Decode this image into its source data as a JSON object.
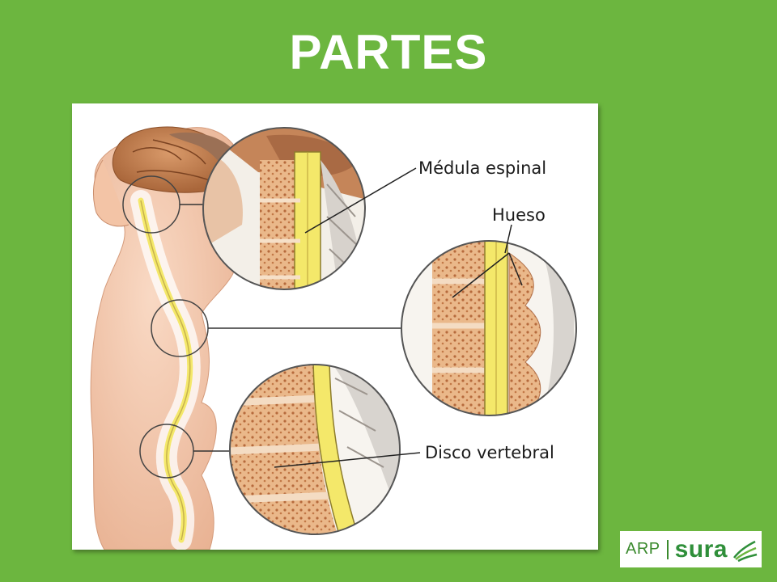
{
  "slide": {
    "title": "PARTES"
  },
  "illustration": {
    "labels": {
      "spinal_cord": "Médula espinal",
      "bone": "Hueso",
      "disc": "Disco vertebral"
    }
  },
  "logo": {
    "arp": "ARP",
    "sura": "sura"
  },
  "colors": {
    "background": "#6cb63f",
    "title": "#ffffff",
    "spinal_cord": "#f4e86a",
    "bone": "#e9b98a",
    "skin": "#f4cbb0",
    "logo_green": "#2f8f3a"
  }
}
